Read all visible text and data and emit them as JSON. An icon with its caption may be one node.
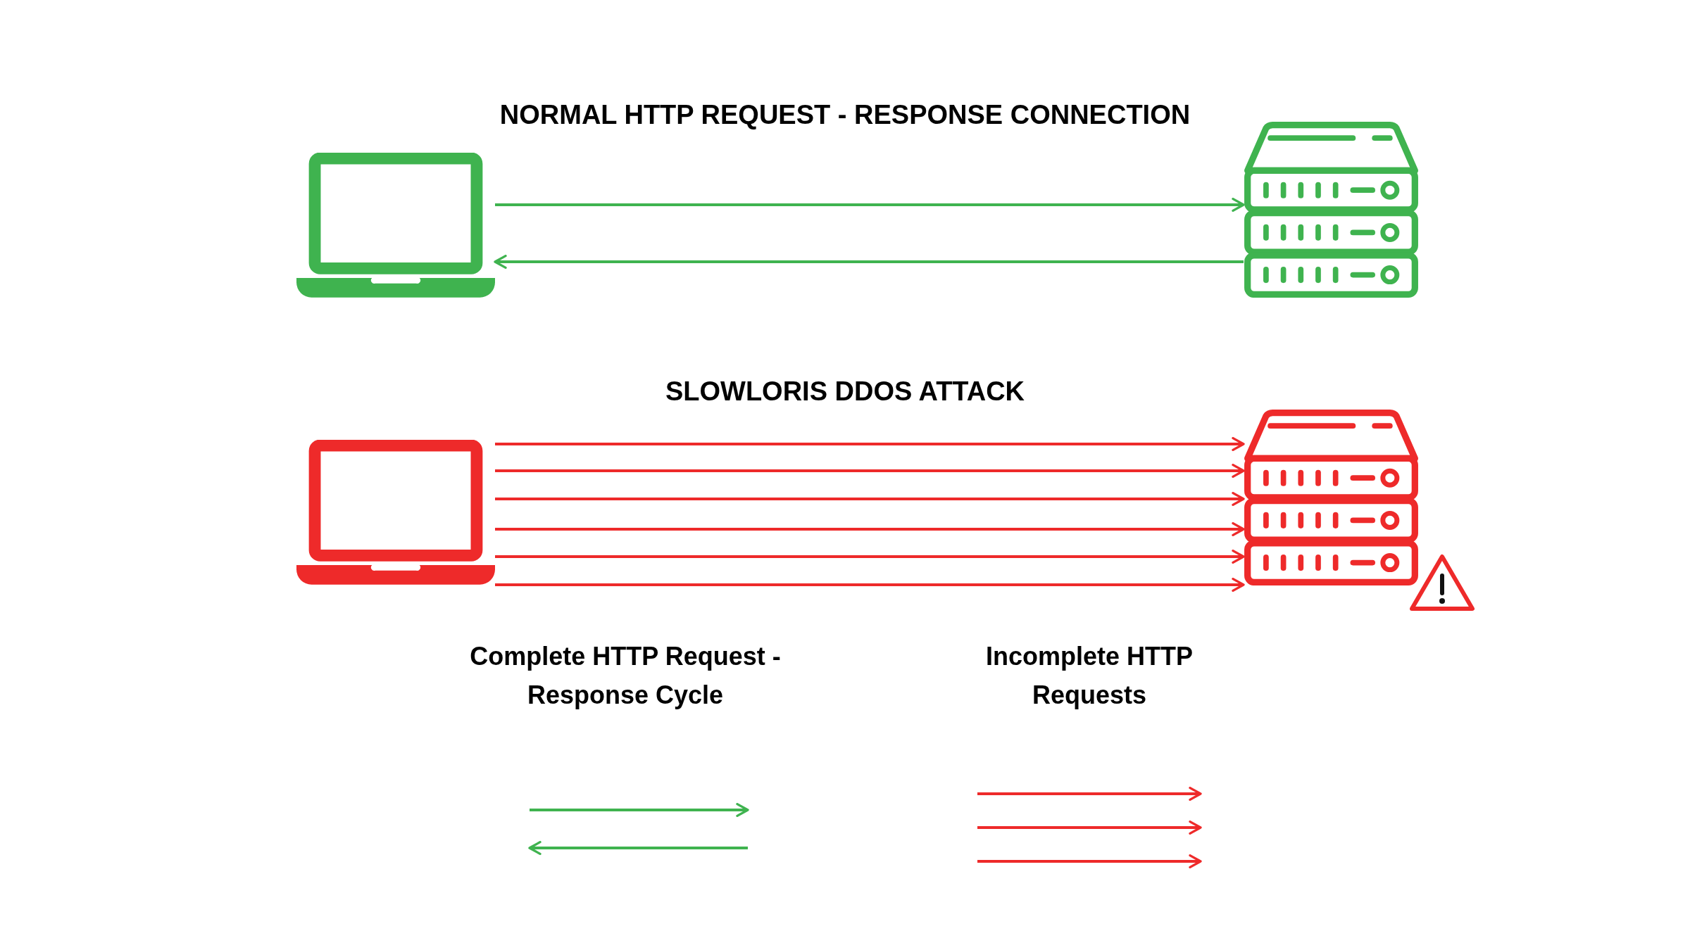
{
  "diagram": {
    "nodes": [
      {
        "text": [],
        "shape": "laptop"
      },
      {
        "text": [],
        "shape": "server"
      },
      {
        "text": [],
        "shape": "laptop"
      },
      {
        "text": [],
        "shape": "server"
      }
    ],
    "edges": [
      {
        "from": 0,
        "to": 1,
        "arrow": "to",
        "color": "#3fb34f"
      },
      {
        "from": 1,
        "to": 0,
        "arrow": "to",
        "color": "#3fb34f"
      },
      {
        "from": 2,
        "to": 3,
        "arrow": "to"
      },
      {
        "from": 2,
        "to": 3,
        "arrow": "to"
      },
      {
        "from": 2,
        "to": 3,
        "arrow": "to"
      },
      {
        "from": 2,
        "to": 3,
        "arrow": "to"
      },
      {
        "from": 2,
        "to": 3,
        "arrow": "to"
      },
      {
        "from": 2,
        "to": 3,
        "arrow": "to"
      }
    ],
    "labels": [
      "NORMAL HTTP REQUEST - RESPONSE CONNECTION",
      "SLOWLORIS DDOS ATTACK"
    ],
    "legend": [
      {
        "text": "Complete HTTP Request - Response Cycle"
      },
      {
        "text": "Incomplete HTTP Requests"
      }
    ]
  }
}
